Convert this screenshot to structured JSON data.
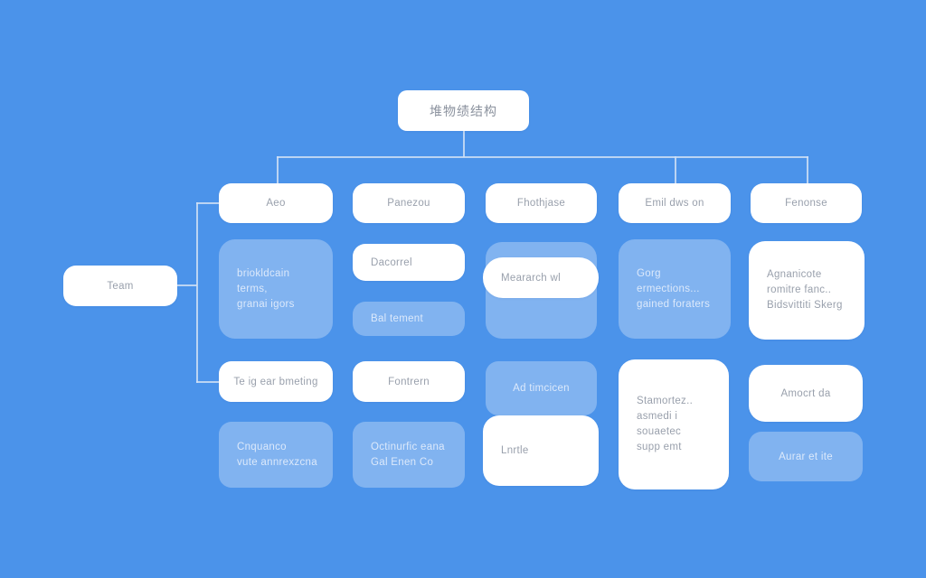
{
  "colors": {
    "background": "#4b93ea",
    "node_white": "#ffffff",
    "node_tint": "rgba(255,255,255,0.30)",
    "connector": "#cfdff5",
    "text_gray": "#99a0ac",
    "text_on_tint": "#dce9fb"
  },
  "diagram": {
    "title": "堆物绩结构",
    "team": {
      "label": "Team"
    },
    "headers": [
      "Aeo",
      "Panezou",
      "Fhothjase",
      "Emil dws on",
      "Fenonse"
    ],
    "boxes": {
      "c1r2": {
        "line1": "briokldcain terms,",
        "line2": "granai igors"
      },
      "c2r2a": {
        "label": "Dacorrel"
      },
      "c2r2b": {
        "label": "Bal tement"
      },
      "c3r2pill": {
        "label": "Meararch wl"
      },
      "c4r2": {
        "line1": "Gorg ermections...",
        "line2": "gained foraters"
      },
      "c5r2": {
        "line1": "Agnanicote romitre fanc..",
        "line2": "Bidsvittiti Skerg"
      },
      "c1r3a": {
        "label": "Te ig ear bmeting"
      },
      "c1r3b": {
        "line1": "Cnquanco",
        "line2": "vute annrexzcna"
      },
      "c2r3a": {
        "label": "Fontrern"
      },
      "c2r3b": {
        "line1": "Octinurfic eana",
        "line2": "Gal Enen Co"
      },
      "c3r3a": {
        "label": "Ad timcicen"
      },
      "c3r3b": {
        "label": "Lnrtle"
      },
      "c4r3": {
        "line1": "Stamortez..",
        "line2": "asmedi i souaetec",
        "line3": "supp emt"
      },
      "c5r3a": {
        "label": "Amocrt da"
      },
      "c5r3b": {
        "label": "Aurar et ite"
      }
    }
  }
}
